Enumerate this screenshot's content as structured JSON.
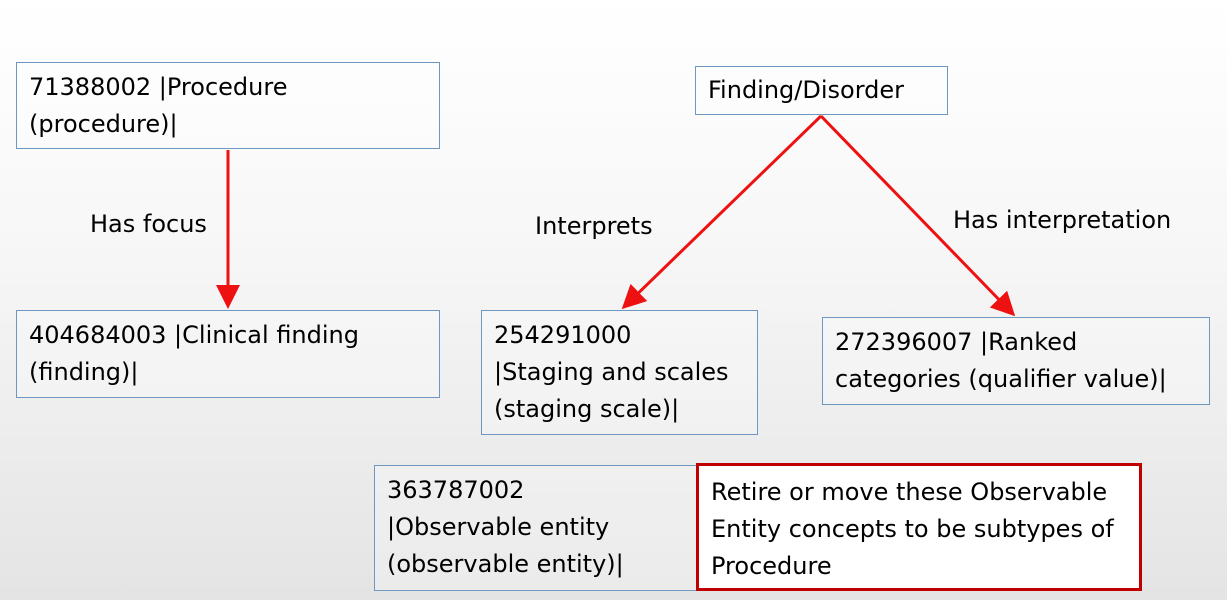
{
  "nodes": {
    "procedure": {
      "lines": [
        "71388002 |Procedure",
        "(procedure)|"
      ]
    },
    "finding_disorder": {
      "lines": [
        "Finding/Disorder"
      ]
    },
    "clinical_finding": {
      "lines": [
        "404684003 |Clinical finding",
        "(finding)|"
      ]
    },
    "staging_scales": {
      "lines": [
        "254291000",
        "|Staging and scales",
        "(staging scale)|"
      ]
    },
    "ranked_categories": {
      "lines": [
        "272396007 |Ranked",
        "categories (qualifier value)|"
      ]
    },
    "observable_entity": {
      "lines": [
        "363787002",
        "|Observable entity",
        "(observable entity)|"
      ]
    }
  },
  "edges": {
    "has_focus": "Has focus",
    "interprets": "Interprets",
    "has_interpretation": "Has interpretation"
  },
  "note": {
    "lines": [
      "Retire or move these Observable",
      "Entity concepts to be subtypes of",
      "Procedure"
    ]
  },
  "colors": {
    "arrow": "#ee1111",
    "node_border": "#6f98c0",
    "note_border": "#c00000"
  }
}
